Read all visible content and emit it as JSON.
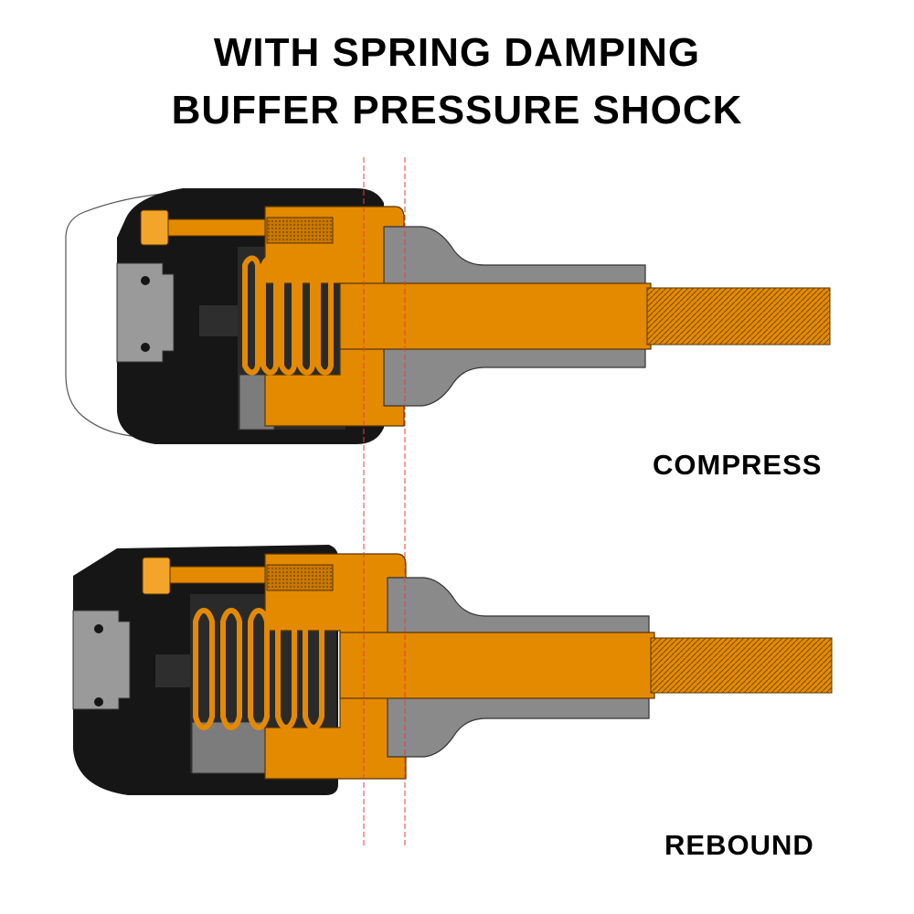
{
  "title": {
    "line1": "WITH SPRING DAMPING",
    "line2": "BUFFER PRESSURE SHOCK"
  },
  "states": [
    {
      "label": "COMPRESS"
    },
    {
      "label": "REBOUND"
    }
  ],
  "colors": {
    "orange": "#E38A00",
    "orange_light": "#F2A52A",
    "housing_black": "#161616",
    "gray": "#8A8A8A",
    "gray_light": "#A9A9A9",
    "guide_line": "#E04040"
  }
}
